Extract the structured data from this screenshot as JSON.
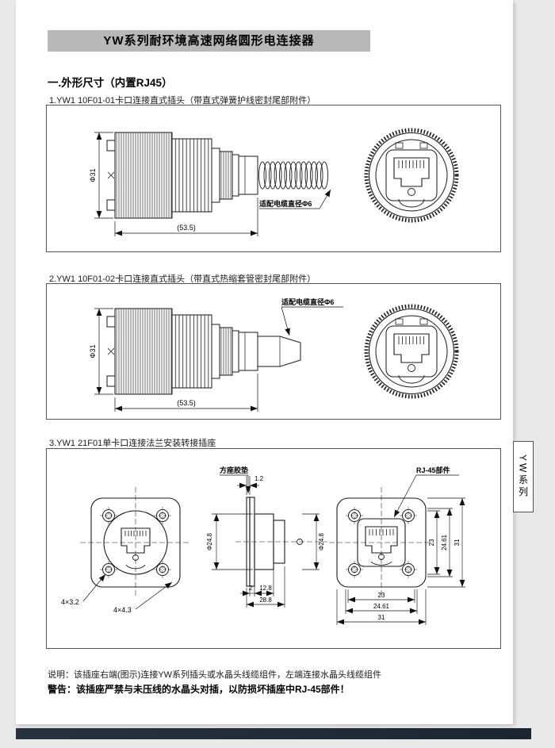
{
  "page": {
    "banner_title": "YW系列耐环境高速网络圆形电连接器",
    "section_heading": "一.外形尺寸（内置RJ45）",
    "side_tab": "YW系列"
  },
  "figures": [
    {
      "caption": "1.YW1 10F01-01卡口连接直式插头（带直式弹簧护线密封尾部附件）",
      "labels": {
        "diameter": "Φ31",
        "length": "(53.5)",
        "cable_note": "适配电缆直径Φ6"
      }
    },
    {
      "caption": "2.YW1 10F01-02卡口连接直式插头（带直式热缩套管密封尾部附件）",
      "labels": {
        "diameter": "Φ31",
        "length": "(53.5)",
        "cable_note": "适配电缆直径Φ6"
      }
    },
    {
      "caption": "3.YW1 21F01单卡口连接法兰安装转接插座",
      "labels": {
        "pad": "方座胶垫",
        "pad_thickness": "1.2",
        "dia_left": "Φ24.8",
        "dia_right": "Φ24.8",
        "plate_thickness": "2",
        "barrel_length": "12.8",
        "total_length": "28.8",
        "holes_small": "4×3.2",
        "holes_large": "4×4.3",
        "rj45": "RJ-45部件",
        "right_v_23": "23",
        "right_v_2461": "24.61",
        "right_v_31": "31",
        "bottom_23": "23",
        "bottom_2461": "24.61",
        "bottom_31": "31"
      }
    }
  ],
  "notes": {
    "description": "说明：该插座右端(图示)连接YW系列插头或水晶头线缆组件，左端连接水晶头线缆组件",
    "warning": "警告：该插座严禁与未压线的水晶头对插，以防损坏插座中RJ-45部件！"
  },
  "colors": {
    "banner_bg": "#b8b8b8",
    "footer_bar": "#232d39",
    "page_bg": "#ffffff",
    "canvas_bg": "#e9e9e9"
  }
}
